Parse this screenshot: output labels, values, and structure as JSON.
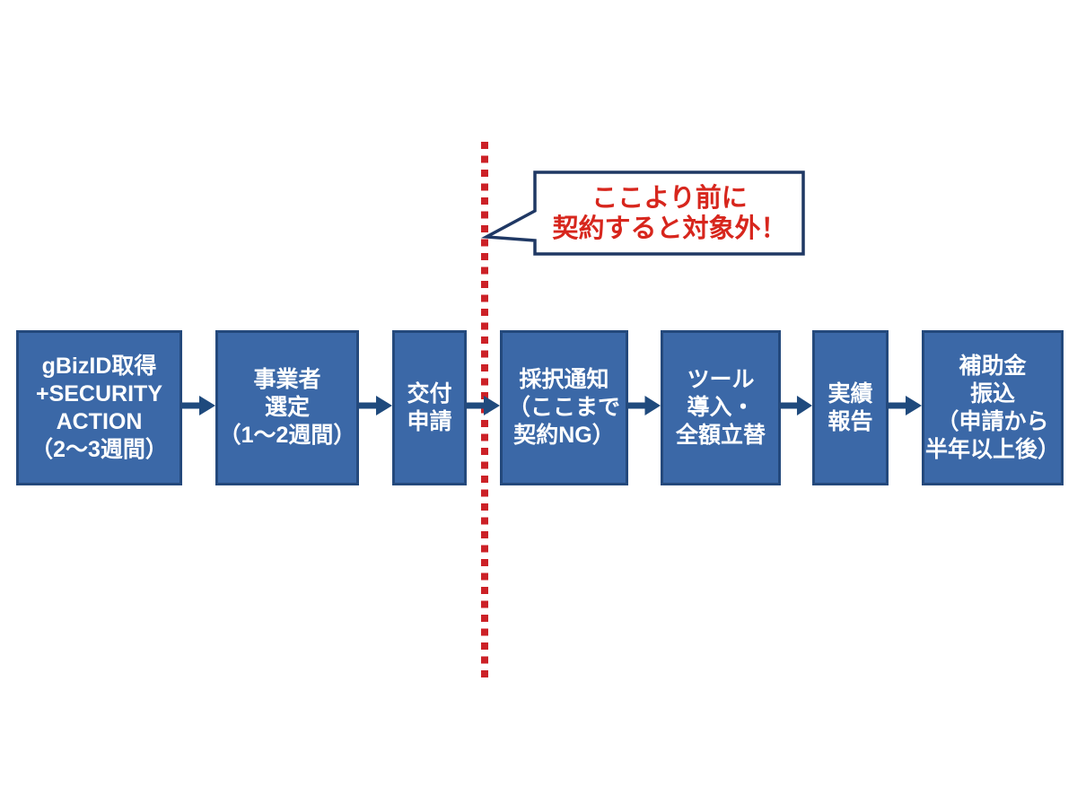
{
  "flow": {
    "steps": [
      {
        "name": "gbizid-security-action",
        "text": "gBizID取得\n+SECURITY\nACTION\n（2〜3週間）"
      },
      {
        "name": "vendor-selection",
        "text": "事業者\n選定\n（1〜2週間）"
      },
      {
        "name": "grant-application",
        "text": "交付\n申請"
      },
      {
        "name": "adoption-notice",
        "text": "採択通知\n（ここまで\n契約NG）"
      },
      {
        "name": "tool-install-advance-payment",
        "text": "ツール\n導入・\n全額立替"
      },
      {
        "name": "results-report",
        "text": "実績\n報告"
      },
      {
        "name": "subsidy-transfer",
        "text": "補助金\n振込\n（申請から\n半年以上後）"
      }
    ]
  },
  "callout": {
    "text": "ここより前に\n契約すると対象外！"
  },
  "colors": {
    "box-fill": "#3b68a7",
    "box-border": "#24497c",
    "box-text": "#ffffff",
    "arrow": "#1f4a7d",
    "dotted-red": "#cc2127",
    "callout-border": "#1f3864",
    "callout-text": "#d7261d",
    "background": "#ffffff"
  }
}
